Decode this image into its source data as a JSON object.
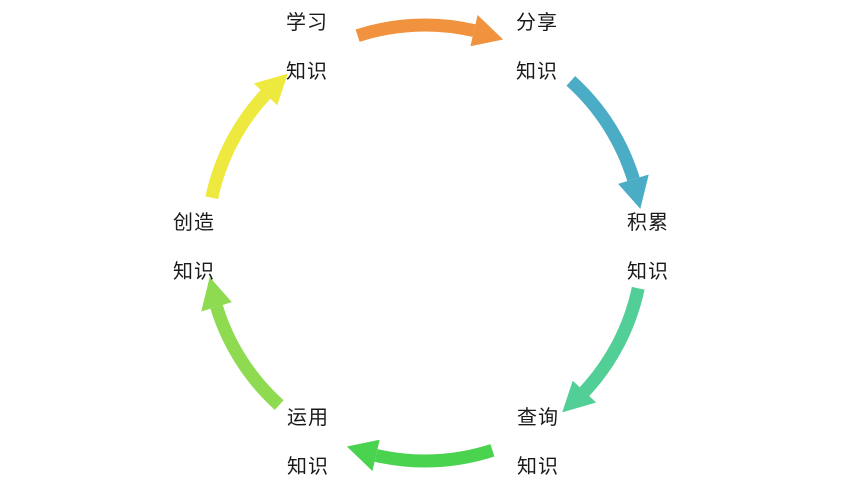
{
  "diagram": {
    "kind": "cycle",
    "background": "#ffffff",
    "text_color": "#1a1a1a",
    "nodes": [
      {
        "id": "learn",
        "line1": "学习",
        "line2": "知识"
      },
      {
        "id": "share",
        "line1": "分享",
        "line2": "知识"
      },
      {
        "id": "accumulate",
        "line1": "积累",
        "line2": "知识"
      },
      {
        "id": "query",
        "line1": "查询",
        "line2": "知识"
      },
      {
        "id": "use",
        "line1": "运用",
        "line2": "知识"
      },
      {
        "id": "create",
        "line1": "创造",
        "line2": "知识"
      }
    ],
    "arrows": [
      {
        "name": "learn-to-share",
        "from": "学习知识",
        "to": "分享知识",
        "color": "#F0923E"
      },
      {
        "name": "share-to-accumulate",
        "from": "分享知识",
        "to": "积累知识",
        "color": "#4BACC6"
      },
      {
        "name": "accumulate-to-query",
        "from": "积累知识",
        "to": "查询知识",
        "color": "#52CE97"
      },
      {
        "name": "query-to-use",
        "from": "查询知识",
        "to": "运用知识",
        "color": "#4AD34E"
      },
      {
        "name": "use-to-create",
        "from": "运用知识",
        "to": "创造知识",
        "color": "#8EDB51"
      },
      {
        "name": "create-to-learn",
        "from": "创造知识",
        "to": "学习知识",
        "color": "#EDE93F"
      }
    ]
  }
}
